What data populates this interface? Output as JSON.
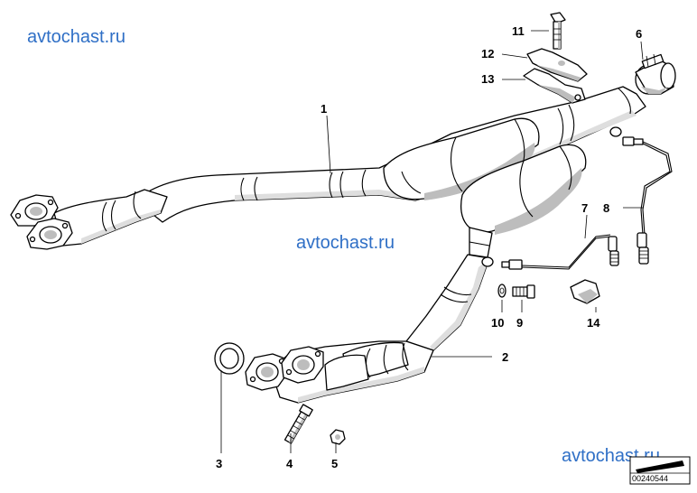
{
  "watermarks": [
    "avtochast.ru",
    "avtochast.ru",
    "avtochast.ru"
  ],
  "document_id": "00240544",
  "callouts": [
    "1",
    "2",
    "3",
    "4",
    "5",
    "6",
    "7",
    "8",
    "9",
    "10",
    "11",
    "12",
    "13",
    "14"
  ]
}
